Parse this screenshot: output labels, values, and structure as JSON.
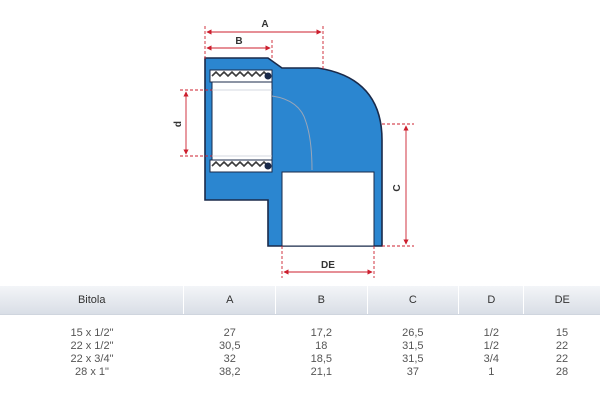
{
  "diagram": {
    "labels": {
      "a": "A",
      "b": "B",
      "c": "C",
      "d": "d",
      "de": "DE"
    },
    "colors": {
      "body": "#2b86d0",
      "outline": "#1a2a4a",
      "dimension": "#cc1f2e",
      "thread": "#3a3a3a"
    }
  },
  "table": {
    "headers": [
      "Bitola",
      "A",
      "B",
      "C",
      "D",
      "DE"
    ],
    "rows": [
      [
        "15 x 1/2\"",
        "27",
        "17,2",
        "26,5",
        "1/2",
        "15"
      ],
      [
        "22 x 1/2\"",
        "30,5",
        "18",
        "31,5",
        "1/2",
        "22"
      ],
      [
        "22 x 3/4\"",
        "32",
        "18,5",
        "31,5",
        "3/4",
        "22"
      ],
      [
        "28 x 1\"",
        "38,2",
        "21,1",
        "37",
        "1",
        "28"
      ]
    ]
  }
}
